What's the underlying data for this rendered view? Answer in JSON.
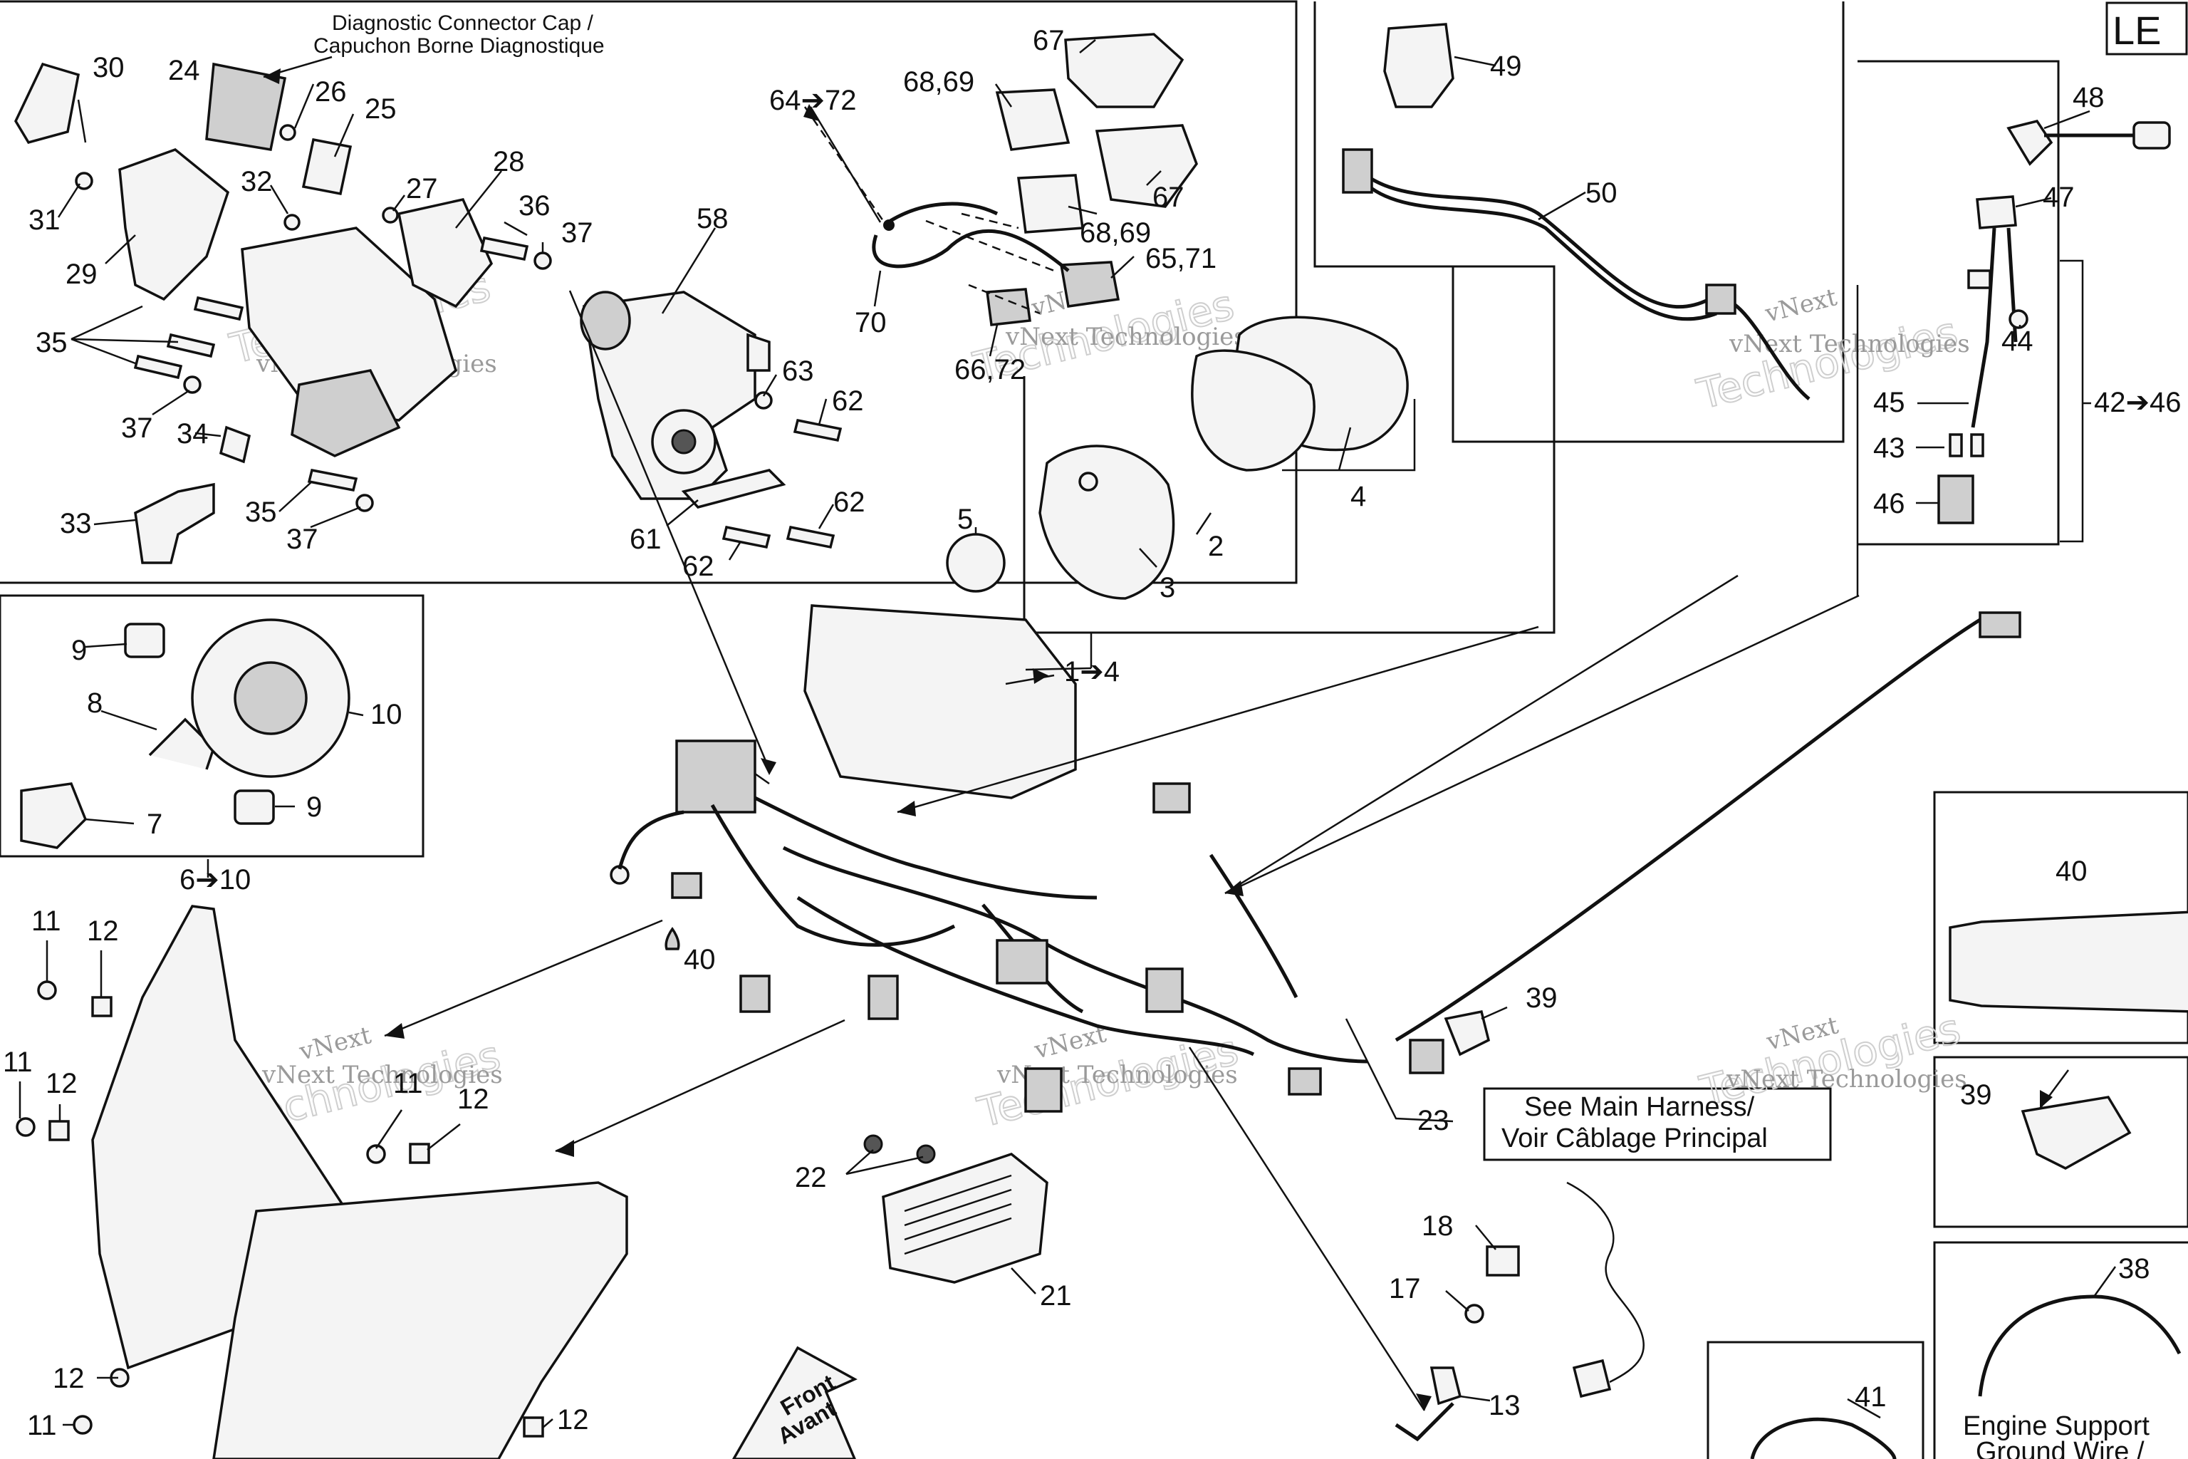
{
  "corner_tag": "LE",
  "diagnostic_caption": [
    "Diagnostic Connector Cap /",
    "Capuchon Borne Diagnostique"
  ],
  "main_harness_note": [
    "See Main Harness/",
    "Voir Câblage Principal"
  ],
  "engine_support_note": [
    "Engine Support",
    "Ground Wire /"
  ],
  "front_arrow": [
    "Front",
    "Avant"
  ],
  "watermark": [
    "vNext",
    "vNext Technologies",
    "Technologies"
  ],
  "callouts": {
    "c30": "30",
    "c24": "24",
    "c26": "26",
    "c25": "25",
    "c31": "31",
    "c32": "32",
    "c27": "27",
    "c28": "28",
    "c29": "29",
    "c36": "36",
    "c37a": "37",
    "c35a": "35",
    "c37b": "37",
    "c34": "34",
    "c33": "33",
    "c35b": "35",
    "c37c": "37",
    "c58": "58",
    "c63": "63",
    "c62a": "62",
    "c62b": "62",
    "c61": "61",
    "c62c": "62",
    "c6472": "64➔72",
    "c6869a": "68,69",
    "c67a": "67",
    "c67b": "67",
    "c6869b": "68,69",
    "c6571": "65,71",
    "c70": "70",
    "c6672": "66,72",
    "c49": "49",
    "c50": "50",
    "c48": "48",
    "c47": "47",
    "c44": "44",
    "c4246": "42➔46",
    "c45": "45",
    "c43": "43",
    "c46": "46",
    "c4": "4",
    "c2": "2",
    "c3": "3",
    "c5": "5",
    "c14": "1➔4",
    "c9a": "9",
    "c10": "10",
    "c8": "8",
    "c7": "7",
    "c9b": "9",
    "c610": "6➔10",
    "c11a": "11",
    "c12a": "12",
    "c11b": "11",
    "c12b": "12",
    "c11c": "11",
    "c12c": "12",
    "c12d": "12",
    "c11d": "11",
    "c12e": "12",
    "c40a": "40",
    "c40b": "40",
    "c39a": "39",
    "c39b": "39",
    "c23": "23",
    "c22": "22",
    "c21": "21",
    "c18": "18",
    "c17": "17",
    "c13": "13",
    "c38": "38",
    "c41": "41"
  }
}
